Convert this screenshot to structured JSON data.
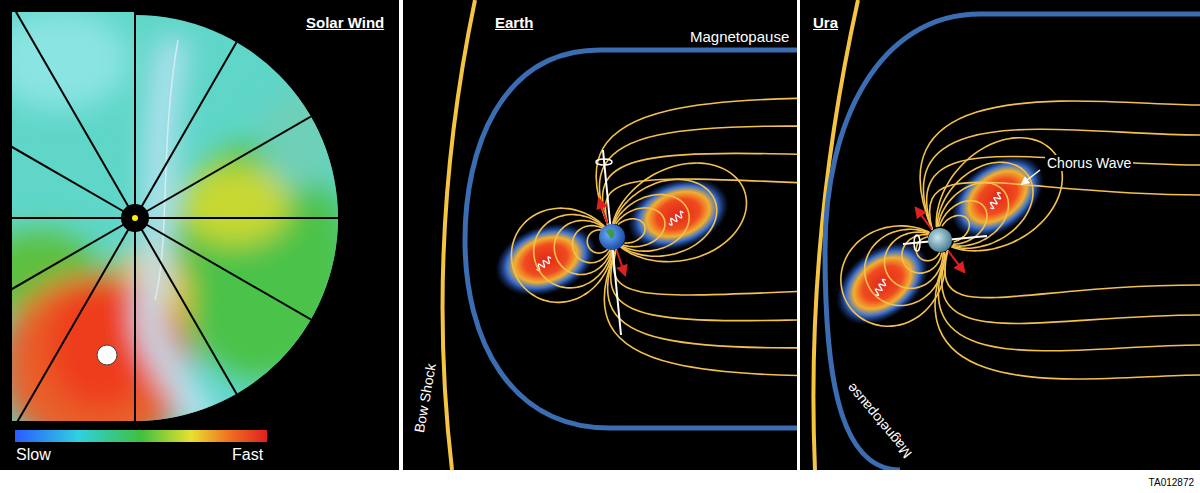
{
  "diagram": {
    "labels": [
      "Solar Wind",
      "Earth",
      "Magnetopause",
      "Ura",
      "Chorus Wave",
      "Bow Shock",
      "Magnetopause",
      "Slow",
      "Fast",
      "TA012872"
    ]
  }
}
